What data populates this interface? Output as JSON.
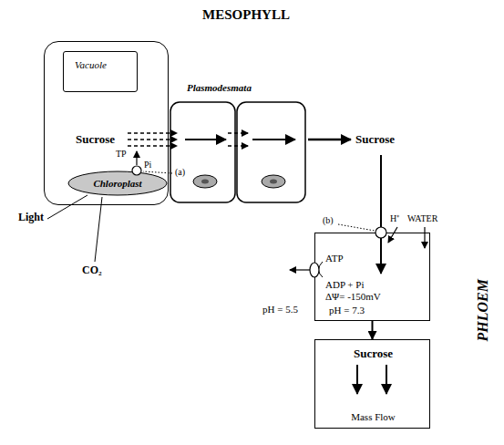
{
  "diagram": {
    "title": "MESOPHYLL",
    "nodes": [
      {
        "text": [
          "Sucrose"
        ]
      },
      {
        "text": [
          "Vacuole"
        ],
        "in": 0
      },
      {
        "text": [
          "Chloroplast"
        ],
        "in": 0
      },
      {
        "text": [
          "PHLOEM"
        ]
      },
      {
        "text": [
          "ATP",
          "ADP + Pi",
          "ΔΨ= -150mV",
          "pH = 7.3"
        ],
        "in": 3
      },
      {
        "text": [
          "Sucrose",
          "Mass Flow"
        ],
        "in": 3
      }
    ],
    "edges": [
      {
        "from": 4,
        "to": 5,
        "arrow": "to"
      }
    ],
    "labels": [
      "Plasmodesmata",
      "TP",
      "Pi",
      "(a)",
      "Sucrose",
      "(b)",
      "H⁺",
      "WATER",
      "pH = 5.5",
      "Light",
      "CO₂"
    ]
  }
}
